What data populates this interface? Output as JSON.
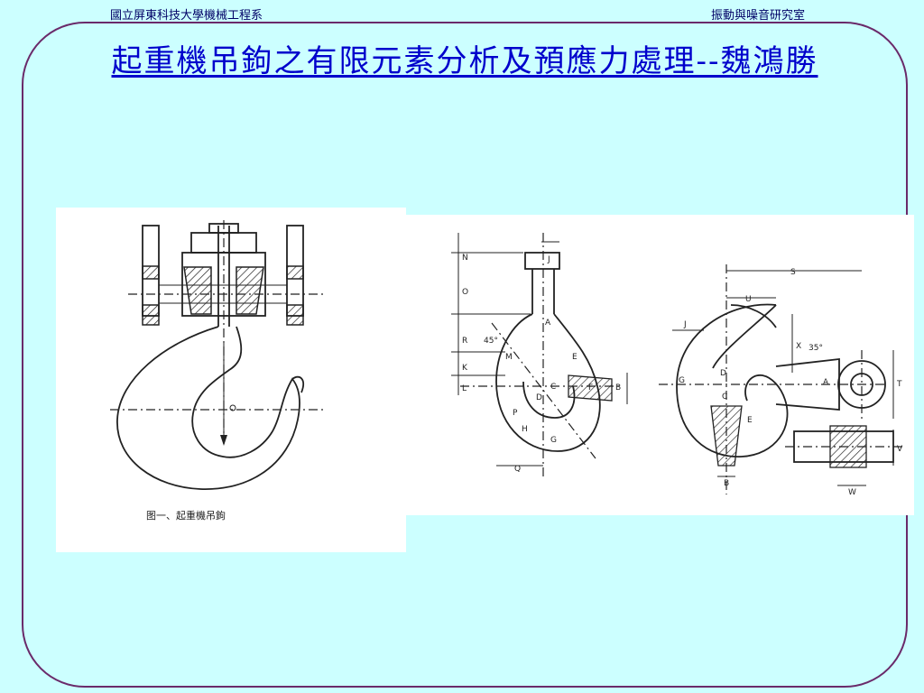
{
  "header": {
    "left": "國立屏東科技大學機械工程系",
    "right": "振動與噪音研究室"
  },
  "slide": {
    "title": "起重機吊鉤之有限元素分析及預應力處理--魏鴻勝"
  },
  "figure_left": {
    "caption": "图一、起重機吊鉤"
  },
  "figure_right": {
    "labels_a": [
      "N",
      "O",
      "R",
      "K",
      "L",
      "M",
      "P",
      "H",
      "Q",
      "J",
      "A",
      "E",
      "C",
      "D",
      "F",
      "G",
      "B"
    ],
    "labels_b": [
      "S",
      "U",
      "J",
      "X",
      "G",
      "D",
      "C",
      "A",
      "T",
      "E",
      "V",
      "B",
      "W"
    ],
    "angle_a": "45°",
    "angle_b": "35°"
  }
}
